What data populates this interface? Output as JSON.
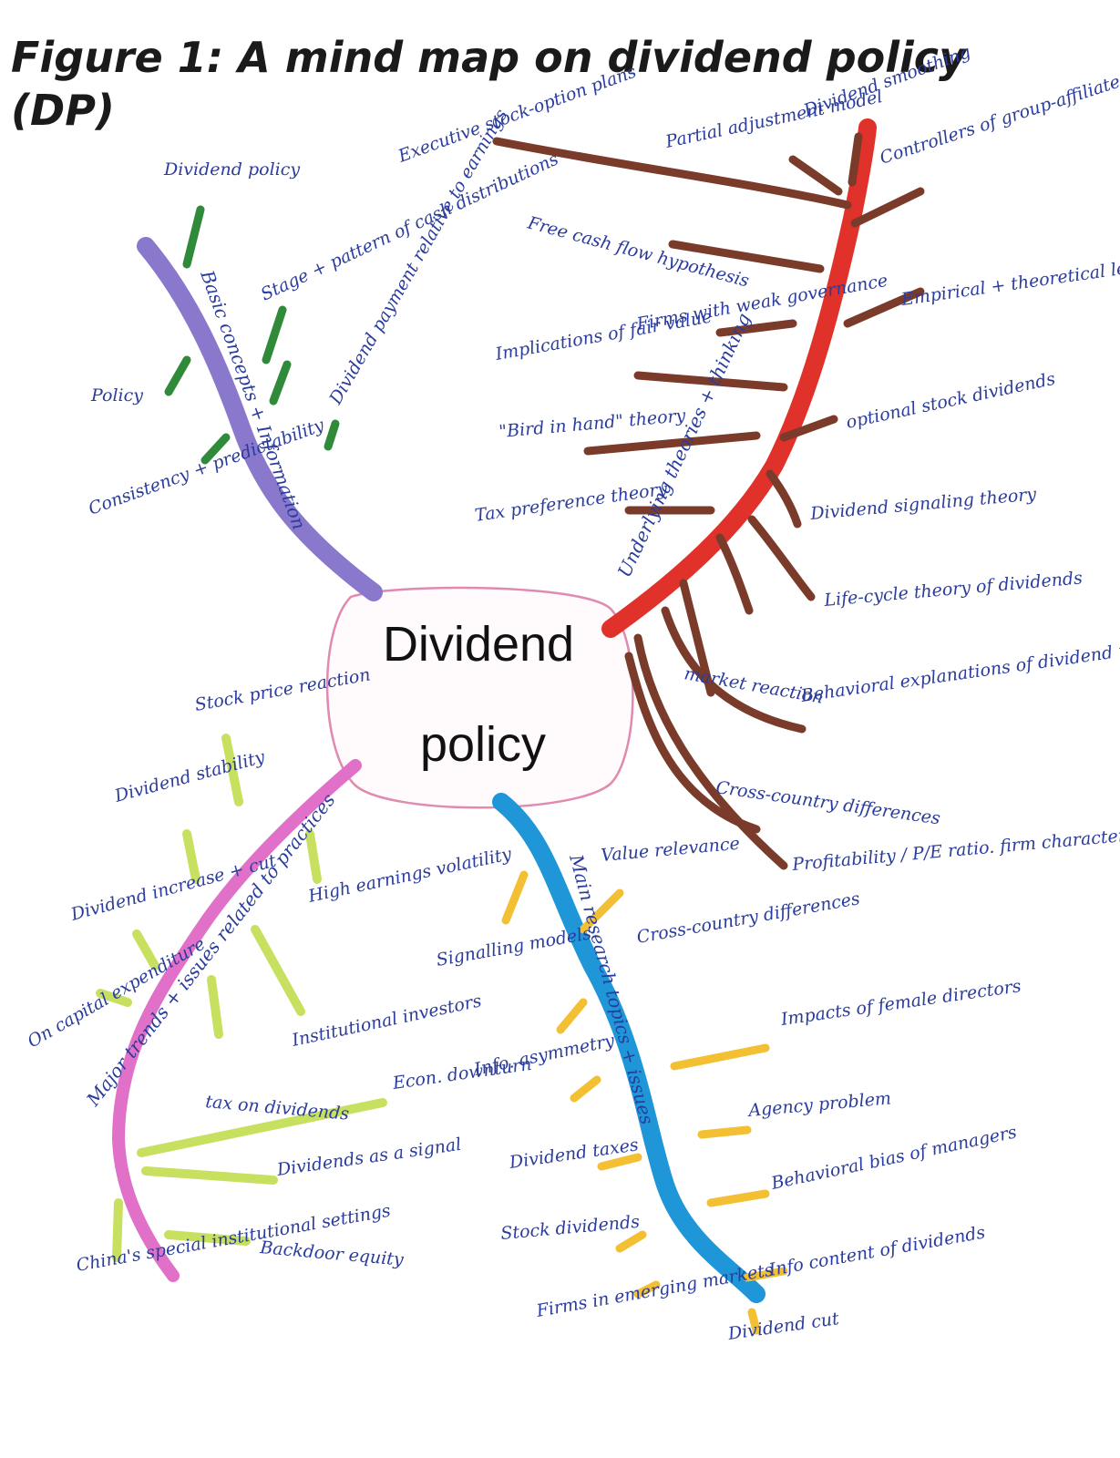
{
  "title": "Figure 1: A mind map on dividend  policy (DP)",
  "center": {
    "line1": "Dividend",
    "line2": "policy"
  },
  "colors": {
    "branch_basic": "#8a78cc",
    "leaf_basic": "#2f8a3a",
    "branch_theories": "#e0322a",
    "leaf_theories": "#7a3b2a",
    "branch_research": "#1f96d8",
    "leaf_research": "#f2c032",
    "branch_trends": "#e070c8",
    "leaf_trends": "#c8e060",
    "ink_blue": "#2a3c9c",
    "center_outline": "#e08ab0"
  },
  "branches": {
    "basic": {
      "label": "Basic concepts + Information",
      "leaves": [
        "Dividend policy",
        "Stage + pattern of cash distributions",
        "Policy",
        "Dividend payment relative to earnings",
        "Consistency + predictability"
      ]
    },
    "theories": {
      "label": "Underlying theories + thinking",
      "leaves": [
        "Executive stock-option plans",
        "Partial adjustment model",
        "Dividend smoothing",
        "Controllers of group-affiliated companies",
        "Free cash flow hypothesis",
        "Firms with weak governance",
        "Empirical + theoretical levels",
        "Implications of fair value",
        "\"Bird in hand\" theory",
        "optional stock dividends",
        "Tax preference theory",
        "Dividend signaling theory",
        "Life-cycle theory of dividends",
        "market reaction",
        "Behavioral explanations of dividend policy",
        "Cross-country differences",
        "Profitability / P/E ratio. firm characteristics"
      ]
    },
    "research": {
      "label": "Main research topics + issues",
      "leaves": [
        "Value relevance",
        "Signalling models",
        "Cross-country differences",
        "Impacts of female directors",
        "Info. asymmetry",
        "Agency problem",
        "Dividend taxes",
        "Behavioral bias of managers",
        "Stock dividends",
        "Info content of dividends",
        "Firms in emerging markets",
        "Dividend cut"
      ]
    },
    "trends": {
      "label": "Major trends + issues related to practices",
      "leaves": [
        "Stock price reaction",
        "Dividend stability",
        "High earnings volatility",
        "Dividend increase + cut",
        "On capital expenditure",
        "Institutional investors",
        "tax on dividends",
        "Econ. downturn",
        "Dividends as a signal",
        "Backdoor equity",
        "China's special institutional settings"
      ]
    }
  }
}
